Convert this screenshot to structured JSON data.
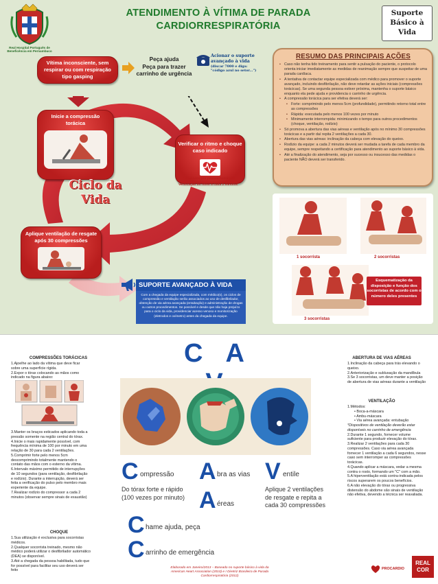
{
  "header": {
    "title_line1": "ATENDIMENTO À VÍTIMA DE PARADA",
    "title_line2": "CARDIORRESPIRATÓRIA",
    "corner_line1": "Suporte",
    "corner_line2": "Básico à",
    "corner_line3": "Vida",
    "crest_caption_line1": "Real Hospital Português de",
    "crest_caption_line2": "Beneficência em Pernambuco"
  },
  "flow": {
    "victim": "Vítima inconsciente, sem respirar ou com respiração tipo gasping",
    "help_line1": "Peça ajuda",
    "help_line2": "Peça para trazer",
    "help_line3": "carrinho de urgência",
    "call_line1": "Acionar o suporte",
    "call_line2": "avançado à vida",
    "call_sub1": "(discar 7000 e diga:",
    "call_sub2": "\"código azul no setor...\")",
    "compress_line1": "Inicie a compressão",
    "compress_line2": "torácica",
    "verify": "Verificar o ritmo e choque caso indicado",
    "verify_note": "* Realizado por pessoa habilitada",
    "verify_freq": "Verificação do ritmo a cada 2 minutos",
    "vent": "Aplique ventilação de resgate após 30 compressões",
    "cycle_line1": "Ciclo da",
    "cycle_line2": "Vida"
  },
  "resumo": {
    "title": "RESUMO DAS PRINCIPAIS AÇÕES",
    "items": [
      {
        "text": "Caso não tenha tido treinamento para sentir a pulsação do paciente, o protocolo orienta iniciar imediatamente as medidas de reanimação sempre que suspeitar de uma parada cardíaca.",
        "sub": false
      },
      {
        "text": "A tentativa de contactar equipe especializada com médico para promover o suporte avançado, incluindo desfibrilação, não deve retardar as ações iniciais (compressões torácicas). Se uma segunda pessoa estiver próxima, mantenha o suporte básico enquanto ela pede ajuda e providencia o carrinho de urgência.",
        "sub": false
      },
      {
        "text": "A compressão torácica para ser efetiva deverá ser:",
        "sub": false
      },
      {
        "text": "Forte: comprimindo pelo menos 5cm (profundidade), permitindo retorno total entre as compressões",
        "sub": true
      },
      {
        "text": "Rápida: executada pelo menos 100 vezes por minuto",
        "sub": true
      },
      {
        "text": "Minimamente interrompida: minimizando o tempo para outros procedimentos (choque, ventilação, rodízio)",
        "sub": true
      },
      {
        "text": "Só promova a abertura das vias aéreas e ventilação após no mínimo 30 compressões torácicas e a partir daí repita 2 ventilações a cada 30.",
        "sub": false
      },
      {
        "text": "Abertura das vias aéreas: inclinação da cabeça com elevação do queixo.",
        "sub": false
      },
      {
        "text": "Rodízio da equipe: a cada 2 minutos deverá ser mudada a tarefa de cada membro da equipe, sempre respeitando a certificação para atendimento ao suporte básico à vida.",
        "sub": false
      },
      {
        "text": "Até a finalização do atendimento, seja por sucesso ou insucesso das medidas o paciente NÃO deverá ser transferido.",
        "sub": false
      }
    ]
  },
  "rescuers": {
    "one": "1 socorrista",
    "two": "2 socorristas",
    "three": "3 socorristas",
    "note": "Esquematização da disposição e função dos socorristas de acordo com o número deles presentes"
  },
  "sav": {
    "title": "SUPORTE AVANÇADO À VIDA",
    "text": "Com a chegada da equipe especializada, com médico(s), os ciclos de compressão e ventilação serão associados ao uso de desfibrilador, obtenção de via aérea avançada (entubação) e administração de drogas ou outros procedimentos. Se possível e desde que não haja prejuízo para o ciclo da vida, providenciar acesso venoso e monitorização (eletrodos e oxímetro) antes da chegada da equipe."
  },
  "cav": {
    "title": "C A V",
    "c1_letter": "C",
    "c1_word": "ompressão",
    "c1_desc1": "Do tórax forte e rápido",
    "c1_desc2": "(100 vezes por minuto)",
    "a_letter": "A",
    "a_word": "bra as vias",
    "a2_letter": "A",
    "a2_word": "éreas",
    "v_letter": "V",
    "v_word": "entile",
    "v_desc1": "Aplique 2 ventilações",
    "v_desc2": "de resgate e repita a",
    "v_desc3": "cada 30 compressões",
    "c2_letter": "C",
    "c2_word": "hame ajuda, peça",
    "c3_letter": "C",
    "c3_word": "arrinho de emergência"
  },
  "compressoes": {
    "title": "COMPRESSÕES TORÁCICAS",
    "top": [
      "1.Ajoelhe ao lado da vítima que deve ficar sobre uma superfície rígida.",
      "2.Expor o tórax colocando as mãos como indicado na figura abaixo:"
    ],
    "bottom": [
      "3.Manter os braços esticados aplicando toda a pressão somente na região central do tórax.",
      "4.Inicie o mais rapidamente possível, com frequência mínima de 100 por minuto em uma relação de 30 para cada 2 ventilações.",
      "5.Comprimir forte pelo menos 5cm descomprimindo totalmente mantendo o contato das mãos com o esterno da vítima.",
      "6.Intervalo máximo permitido de interrupções de 10 segundos (para ventilação, desfibrilação e rodízio). Durante a interrupção, deverá ser feita a verificação do pulso pelo membro mais experiente da equipe.",
      "7.Realizar rodízio do compressor a cada 2 minutos (observar sempre sinais de exaustão)"
    ]
  },
  "choque": {
    "title": "CHOQUE",
    "items": [
      "1.Sua utilização é exclusiva para socorristas médicos.",
      "2.Qualquer socorrista treinado, mesmo não médico poderá utilizar o desfibrilador automático (DEA) se disponível.",
      "3.Até a chegada da pessoa habilitada, tudo que for possível para facilitar seu uso deverá ser feito"
    ]
  },
  "vias": {
    "title": "ABERTURA DE VIAS AÉREAS",
    "items": [
      "1.Inclinação da cabeça para trás elevando o queixo.",
      "2.Anteriorização e subluxação da mandíbula",
      "3.Se 3 socorristas, um deve manter a posição de abertura de vias aéreas durante a ventilação"
    ]
  },
  "ventilacao": {
    "title": "VENTILAÇÃO",
    "method": "1.Métodos:",
    "m1": "• Boca-a-máscara",
    "m2": "• Ambu-máscara",
    "m3": "• Via aérea avançada: entubação",
    "m_note": "*Dispositivos de ventilação deverão estar disponíveis no carrinho de emergência",
    "items": [
      "2.Durante 1 segundo, fornecer volume suficiente para produzir elevação do tórax.",
      "3.Realizar 2 ventilações para cada 30 compressões. Caso via aérea avançada fornecer 1 ventilação a cada 6 segundos, nesse caso sem interromper as compressões torácicas.",
      "4.Quando aplicar a máscara, vedar a mesma contra o rosto, formando um \"C\" com a mão.",
      "5.A hiperventilação está contra-indicada pelos riscos superarem os poucos benefícios.",
      "6.A não elevação do tórax ou progressiva distensão do abdome são sinais de ventilação não efetiva, devendo a técnica ser reavaliada."
    ]
  },
  "credits": {
    "line1": "Elaborado em Janeiro/2013 – Baseado no suporte básico à vida da",
    "line2": "American Heart Association (2010) e I Diretriz Brasileira de Parada",
    "line3": "Cardiorrespiratória (2012)"
  },
  "logos": {
    "procardio": "PROCARDIO",
    "realcor1": "REAL",
    "realcor2": "COR"
  },
  "colors": {
    "green_title": "#1f7a2c",
    "red": "#b81d1d",
    "blue": "#1a4fa6",
    "background": "#dfe8d2"
  }
}
